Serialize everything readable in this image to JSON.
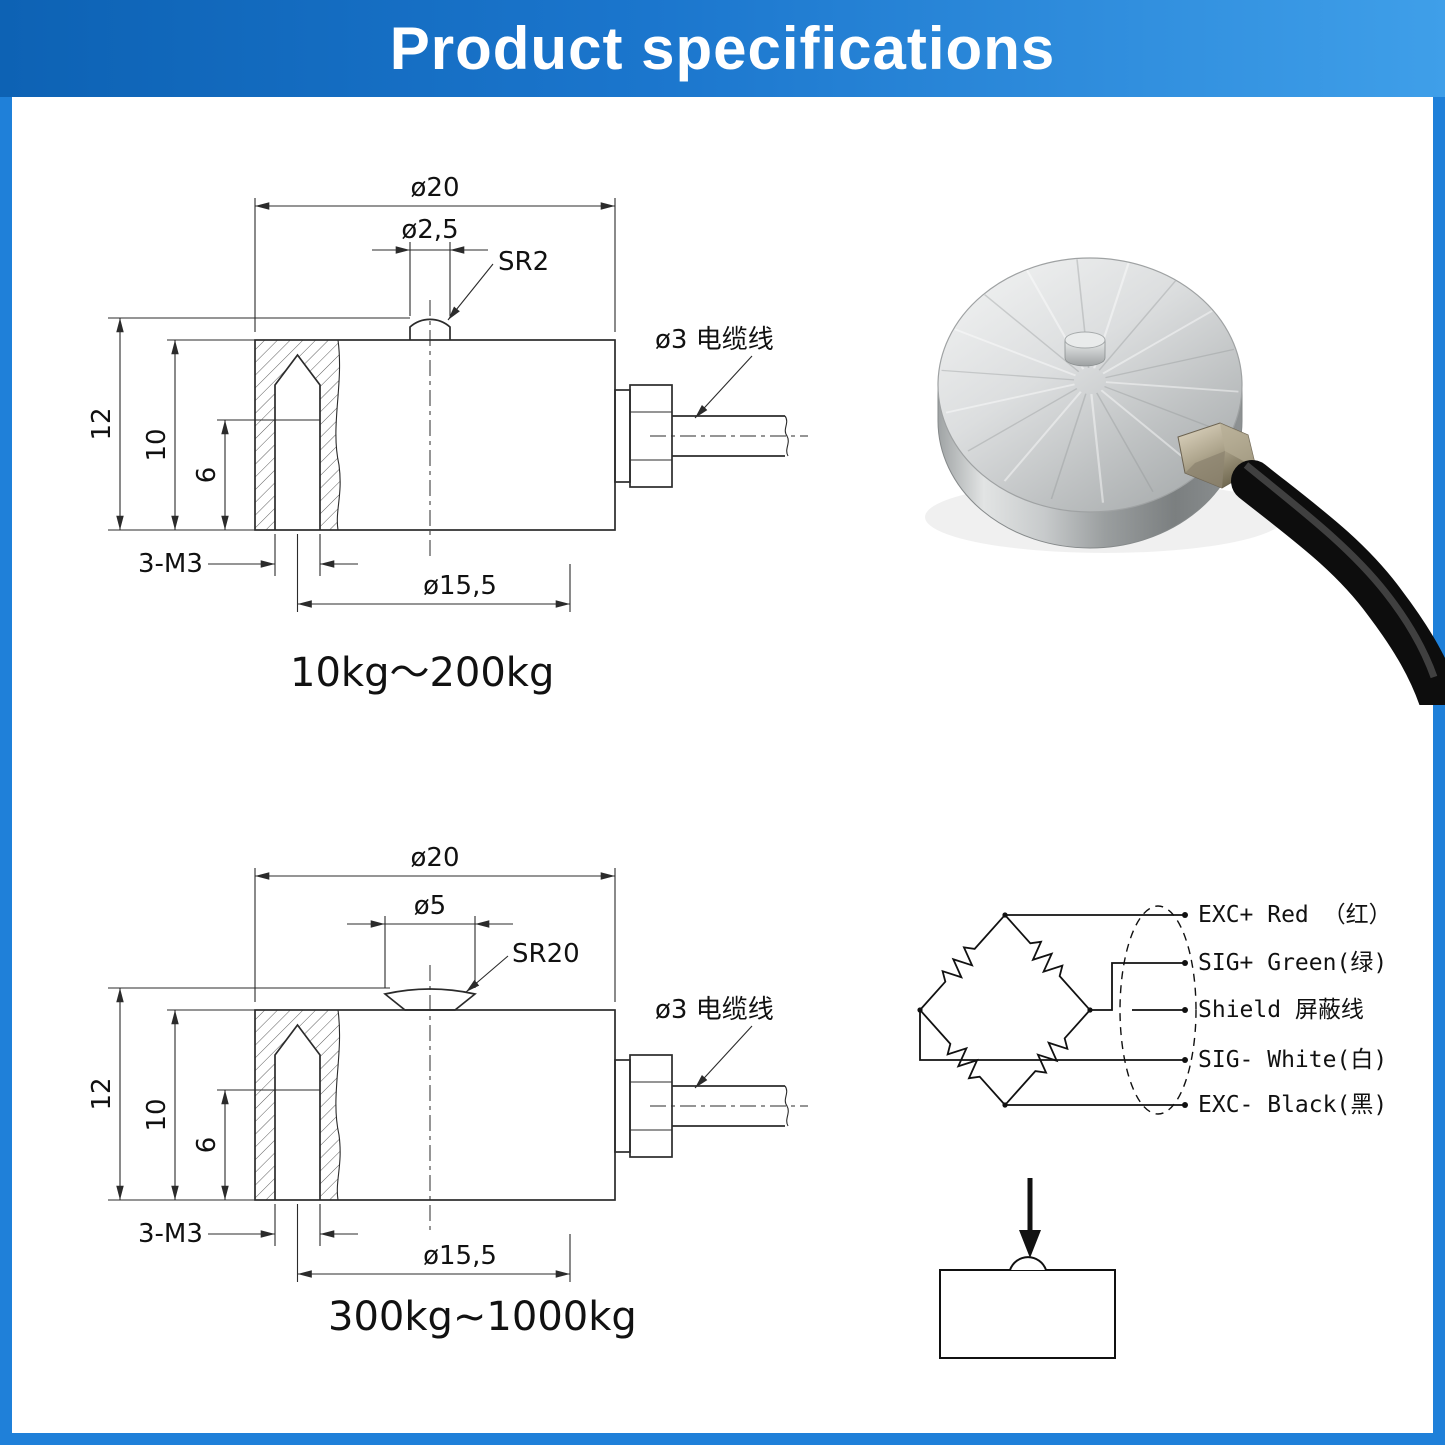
{
  "page": {
    "title": "Product specifications"
  },
  "colors": {
    "header_gradient_left": "#0d62b4",
    "header_gradient_right": "#3f9fe9",
    "page_border": "#1f80d9",
    "drawing_line": "#2b2b2b"
  },
  "drawing_small": {
    "dia_outer": "ø20",
    "dia_tip": "ø2,5",
    "sr": "SR2",
    "cable_label": "ø3 电缆线",
    "dim_height": "12",
    "dim_body": "10",
    "dim_thread_depth": "6",
    "thread_label": "3-M3",
    "dia_bolt_circle": "ø15,5",
    "range_label": "10kg～200kg"
  },
  "drawing_large": {
    "dia_outer": "ø20",
    "dia_tip": "ø5",
    "sr": "SR20",
    "cable_label": "ø3 电缆线",
    "dim_height": "12",
    "dim_body": "10",
    "dim_thread_depth": "6",
    "thread_label": "3-M3",
    "dia_bolt_circle": "ø15,5",
    "range_label": "300kg~1000kg"
  },
  "wiring": {
    "lines": [
      {
        "signal": "EXC+",
        "color": "Red",
        "text": "EXC+  Red （红）"
      },
      {
        "signal": "SIG+",
        "color": "Green",
        "text": "SIG+  Green(绿)"
      },
      {
        "signal": "Shield",
        "color": "屏蔽线",
        "text": "Shield  屏蔽线"
      },
      {
        "signal": "SIG-",
        "color": "White",
        "text": "SIG-  White(白)"
      },
      {
        "signal": "EXC-",
        "color": "Black",
        "text": "EXC-  Black(黑)"
      }
    ]
  }
}
